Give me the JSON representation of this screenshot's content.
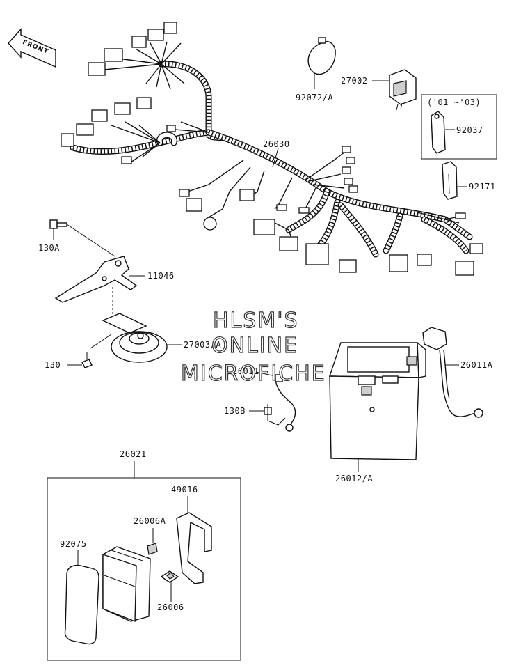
{
  "front_label": "FRONT",
  "watermark": {
    "line1": "HLSM'S",
    "line2": "ONLINE",
    "line3": "MICROFICHE"
  },
  "labels": {
    "p92072A": "92072/A",
    "p27002": "27002",
    "variant_note": "('01'~'03)",
    "p92037": "92037",
    "p92171": "92171",
    "p26030": "26030",
    "p130A": "130A",
    "p11046": "11046",
    "p27003A": "27003/A",
    "p130": "130",
    "p26011": "26011",
    "p26011A": "26011A",
    "p130B": "130B",
    "p26012A": "26012/A",
    "p26021": "26021",
    "p49016": "49016",
    "p26006A": "26006A",
    "p92075": "92075",
    "p26006": "26006"
  }
}
